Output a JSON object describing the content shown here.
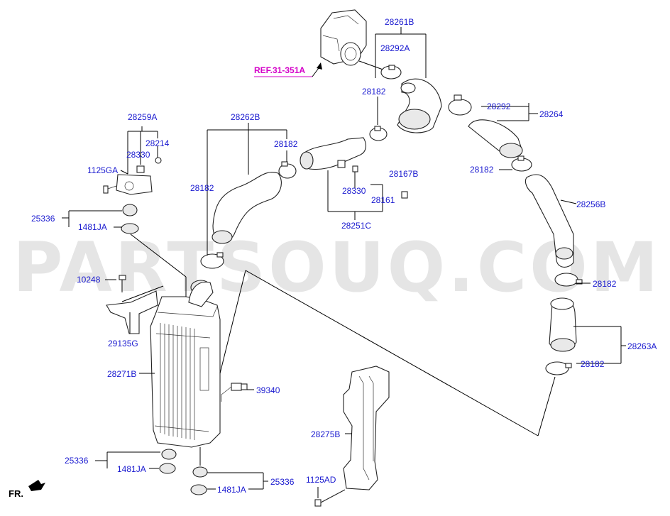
{
  "watermark": "PARTSOUQ.COM",
  "reference": "REF.31-351A",
  "orientation": "FR.",
  "labels": {
    "p28261B": "28261B",
    "p28292A": "28292A",
    "p28182_a": "28182",
    "p28292": "28292",
    "p28264": "28264",
    "p28182_b": "28182",
    "p28259A": "28259A",
    "p28214": "28214",
    "p28330_a": "28330",
    "p1125GA": "1125GA",
    "p28262B": "28262B",
    "p28182_c": "28182",
    "p28182_d": "28182",
    "p28167B": "28167B",
    "p28330_b": "28330",
    "p28161": "28161",
    "p28251C": "28251C",
    "p28256B": "28256B",
    "p25336_a": "25336",
    "p1481JA_a": "1481JA",
    "p10248": "10248",
    "p28182_e": "28182",
    "p29135G": "29135G",
    "p28263A": "28263A",
    "p28182_f": "28182",
    "p28271B": "28271B",
    "p39340": "39340",
    "p28275B": "28275B",
    "p25336_b": "25336",
    "p1481JA_b": "1481JA",
    "p25336_c": "25336",
    "p1481JA_c": "1481JA",
    "p1125AD": "1125AD"
  }
}
